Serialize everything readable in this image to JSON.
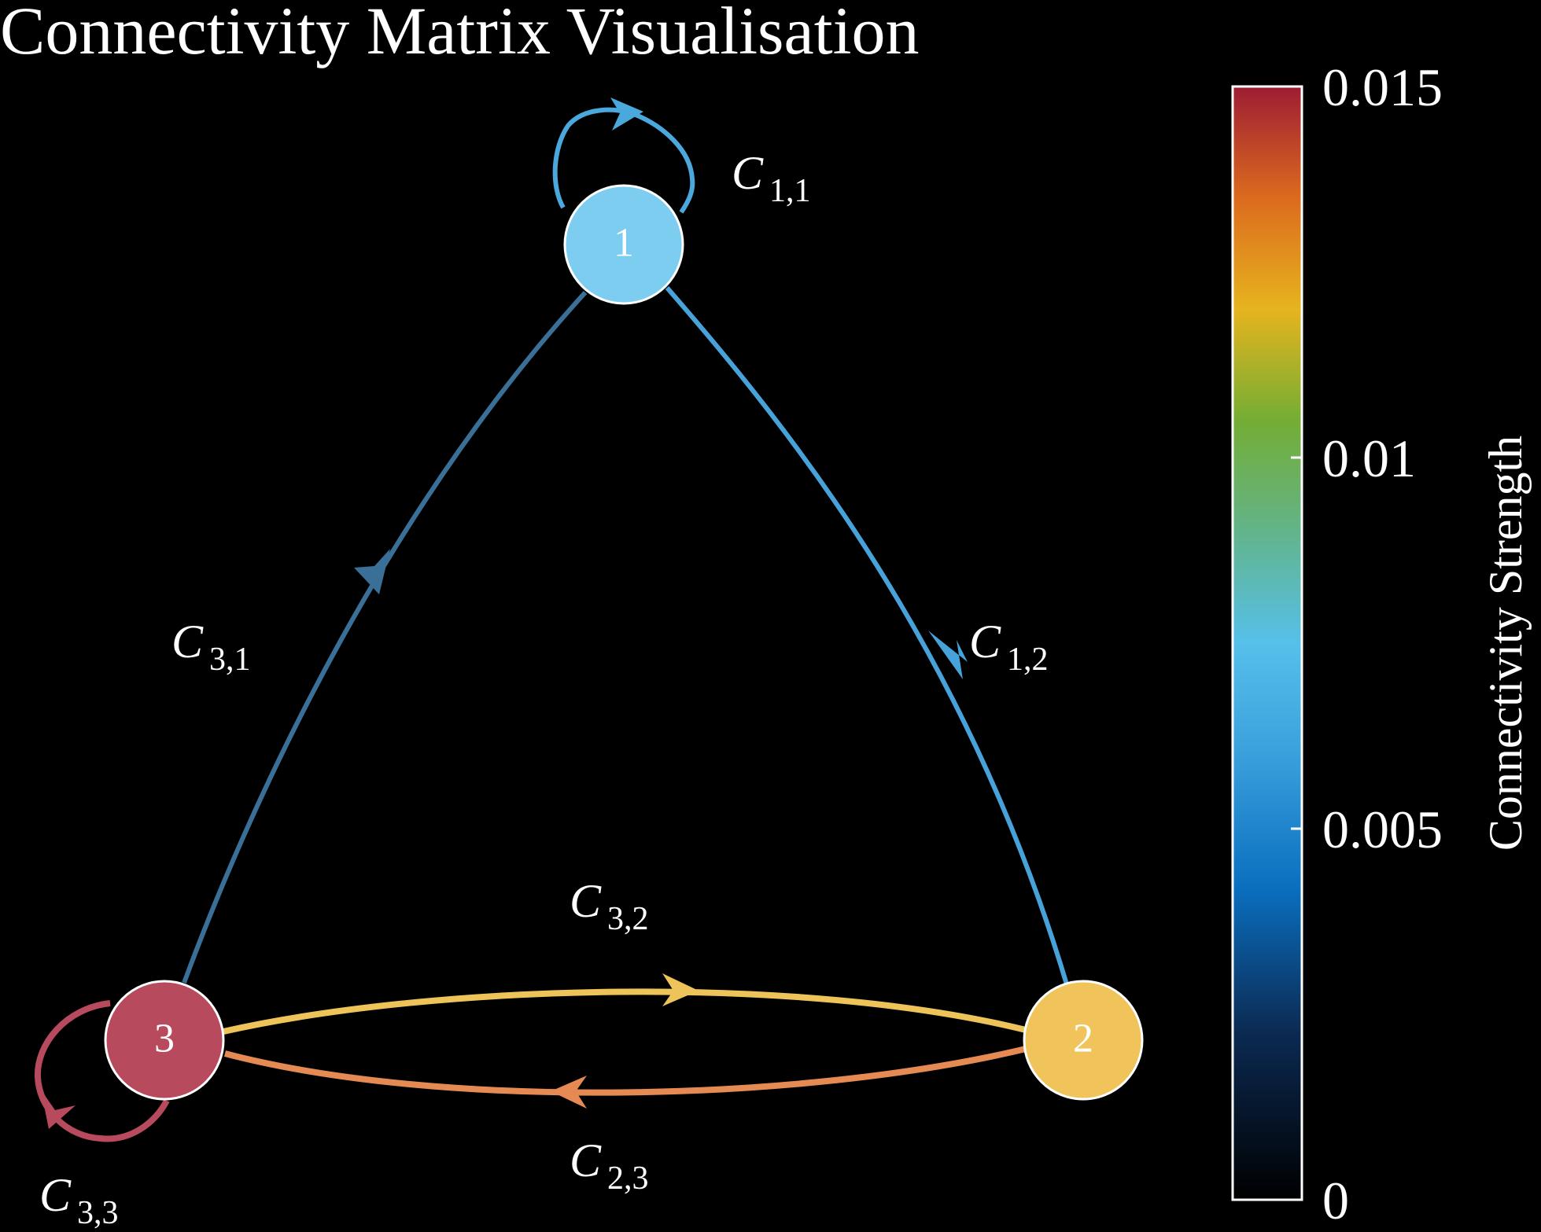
{
  "title": "Connectivity Matrix Visualisation",
  "nodes": [
    {
      "id": "1",
      "label": "1",
      "color": "#7ccdf0"
    },
    {
      "id": "2",
      "label": "2",
      "color": "#f0c45a"
    },
    {
      "id": "3",
      "label": "3",
      "color": "#b84a5e"
    }
  ],
  "edges": [
    {
      "from": "1",
      "to": "1",
      "label_main": "C",
      "label_sub": "1,1",
      "color": "#4aa8dc"
    },
    {
      "from": "1",
      "to": "2",
      "label_main": "C",
      "label_sub": "1,2",
      "color": "#48a2da"
    },
    {
      "from": "3",
      "to": "1",
      "label_main": "C",
      "label_sub": "3,1",
      "color": "#3a6f98"
    },
    {
      "from": "3",
      "to": "2",
      "label_main": "C",
      "label_sub": "3,2",
      "color": "#eec45a"
    },
    {
      "from": "2",
      "to": "3",
      "label_main": "C",
      "label_sub": "2,3",
      "color": "#e48a52"
    },
    {
      "from": "3",
      "to": "3",
      "label_main": "C",
      "label_sub": "3,3",
      "color": "#b84a5e"
    }
  ],
  "colorbar": {
    "label": "Connectivity Strength",
    "min": 0,
    "max": 0.015,
    "ticks": [
      {
        "value": 0.015,
        "label": "0.015"
      },
      {
        "value": 0.01,
        "label": "0.01"
      },
      {
        "value": 0.005,
        "label": "0.005"
      },
      {
        "value": 0,
        "label": "0"
      }
    ],
    "stops": [
      {
        "offset": 0.0,
        "color": "#000000"
      },
      {
        "offset": 0.15,
        "color": "#0b2a52"
      },
      {
        "offset": 0.28,
        "color": "#0a6fbf"
      },
      {
        "offset": 0.4,
        "color": "#3aa0dc"
      },
      {
        "offset": 0.5,
        "color": "#56c0ea"
      },
      {
        "offset": 0.6,
        "color": "#62b48a"
      },
      {
        "offset": 0.7,
        "color": "#74ad34"
      },
      {
        "offset": 0.8,
        "color": "#e6b41e"
      },
      {
        "offset": 0.9,
        "color": "#dc6a1e"
      },
      {
        "offset": 1.0,
        "color": "#9e1c34"
      }
    ]
  }
}
